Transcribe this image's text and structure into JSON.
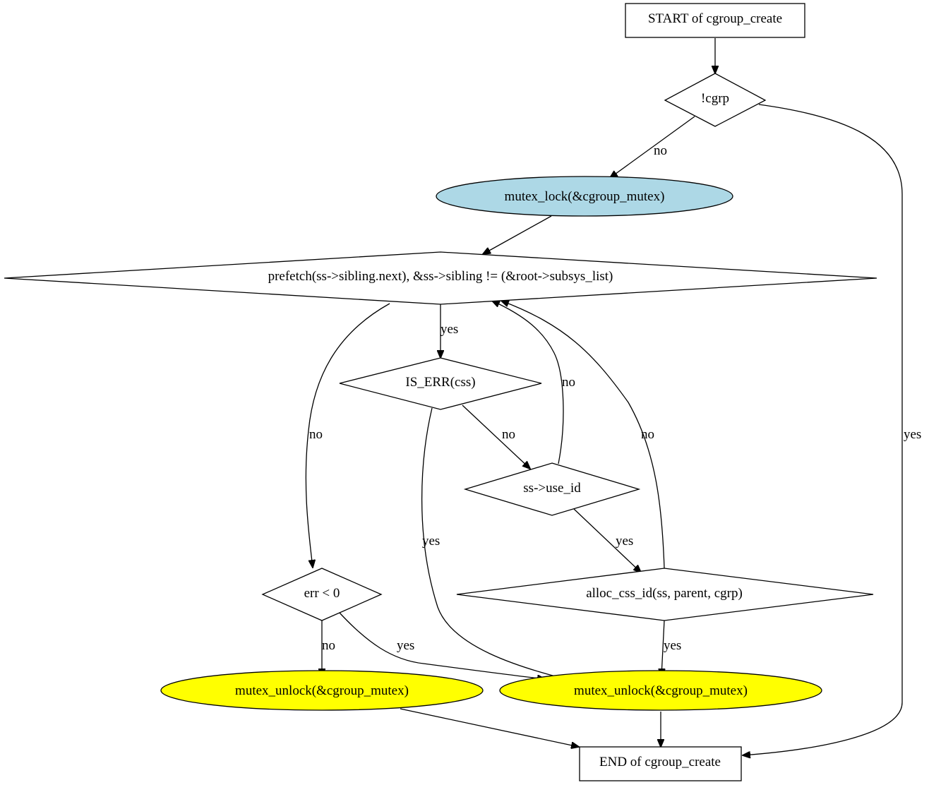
{
  "colors": {
    "process_fill": "#add8e6",
    "unlock_fill": "#ffff00",
    "box_fill": "#ffffff",
    "stroke": "#000000"
  },
  "nodes": {
    "start": "START of cgroup_create",
    "cgrp_check": "!cgrp",
    "mutex_lock": "mutex_lock(&cgroup_mutex)",
    "prefetch_loop": "prefetch(ss->sibling.next), &ss->sibling != (&root->subsys_list)",
    "is_err": "IS_ERR(css)",
    "use_id": "ss->use_id",
    "alloc_css_id": "alloc_css_id(ss, parent, cgrp)",
    "err_check": "err < 0",
    "unlock_left": "mutex_unlock(&cgroup_mutex)",
    "unlock_right": "mutex_unlock(&cgroup_mutex)",
    "end": "END of cgroup_create"
  },
  "edges": [
    {
      "from": "start",
      "to": "cgrp_check",
      "label": ""
    },
    {
      "from": "cgrp_check",
      "to": "mutex_lock",
      "label": "no"
    },
    {
      "from": "cgrp_check",
      "to": "end",
      "label": "yes"
    },
    {
      "from": "mutex_lock",
      "to": "prefetch_loop",
      "label": ""
    },
    {
      "from": "prefetch_loop",
      "to": "is_err",
      "label": "yes"
    },
    {
      "from": "prefetch_loop",
      "to": "err_check",
      "label": "no"
    },
    {
      "from": "is_err",
      "to": "use_id",
      "label": "no"
    },
    {
      "from": "is_err",
      "to": "unlock_right",
      "label": "yes"
    },
    {
      "from": "use_id",
      "to": "prefetch_loop",
      "label": "no"
    },
    {
      "from": "use_id",
      "to": "alloc_css_id",
      "label": "yes"
    },
    {
      "from": "alloc_css_id",
      "to": "prefetch_loop",
      "label": "no"
    },
    {
      "from": "alloc_css_id",
      "to": "unlock_right",
      "label": "yes"
    },
    {
      "from": "err_check",
      "to": "unlock_left",
      "label": "no"
    },
    {
      "from": "err_check",
      "to": "unlock_right",
      "label": "yes"
    },
    {
      "from": "unlock_left",
      "to": "end",
      "label": ""
    },
    {
      "from": "unlock_right",
      "to": "end",
      "label": ""
    }
  ]
}
